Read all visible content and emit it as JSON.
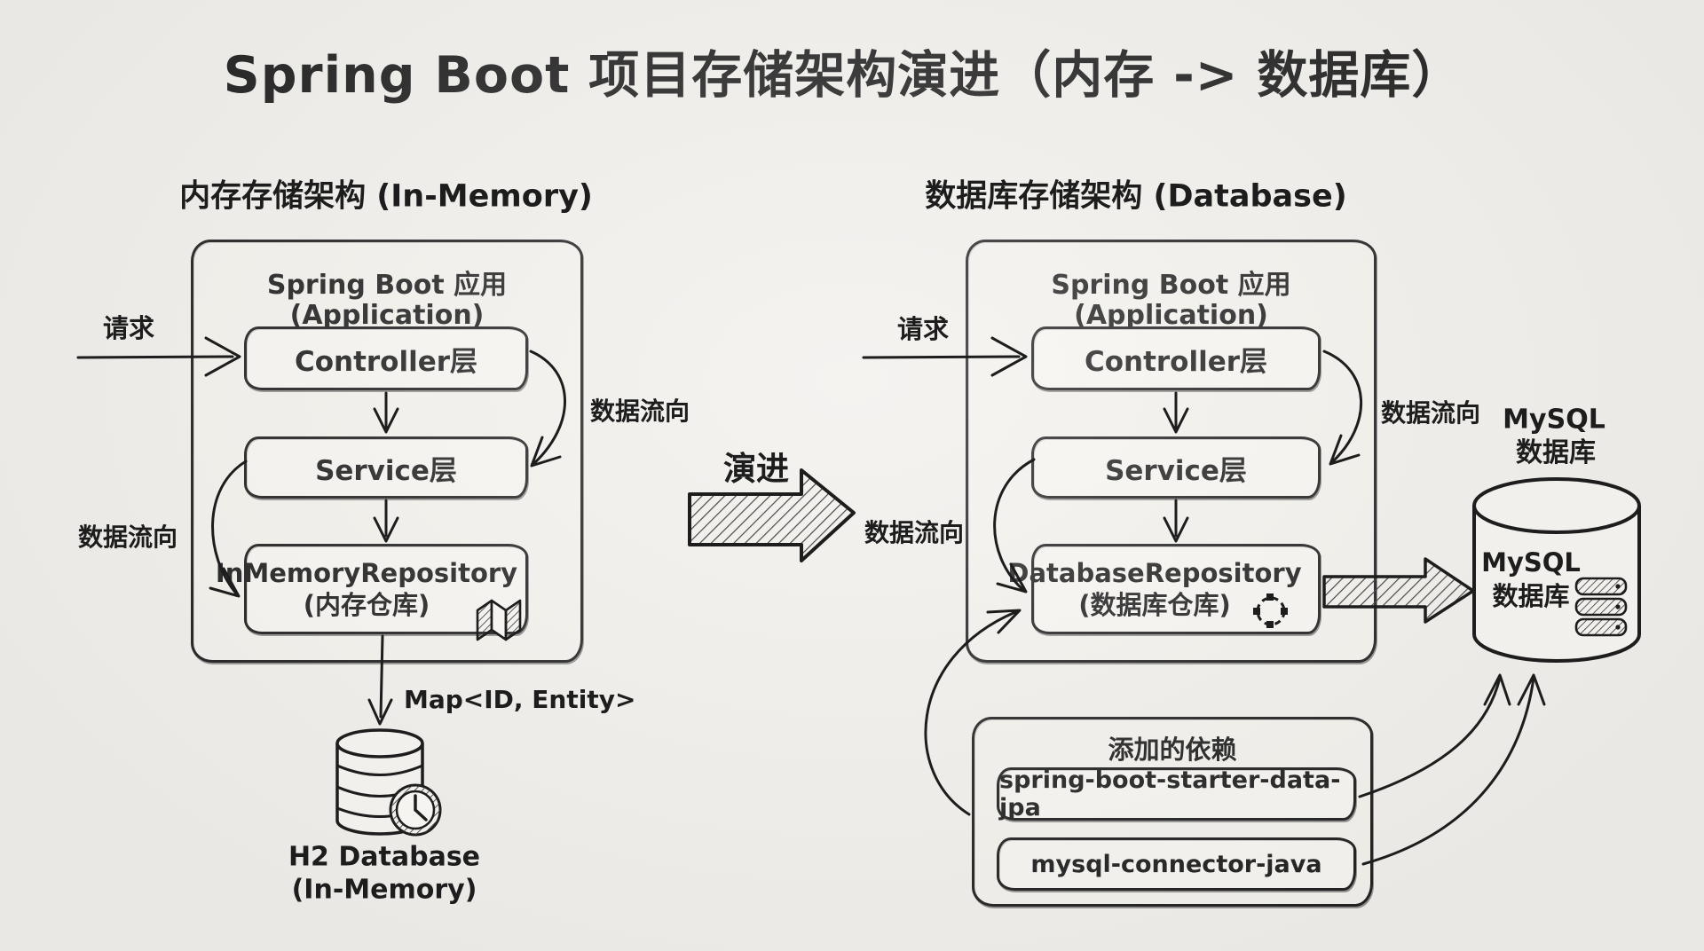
{
  "title": "Spring Boot 项目存储架构演进（内存 -> 数据库）",
  "evolution_label": "演进",
  "left": {
    "heading": "内存存储架构 (In-Memory)",
    "request_label": "请求",
    "app_line1": "Spring Boot 应用",
    "app_line2": "(Application)",
    "controller_label": "Controller层",
    "service_label": "Service层",
    "repo_line1": "InMemoryRepository",
    "repo_line2": "(内存仓库)",
    "flow_right_label": "数据流向",
    "flow_left_label": "数据流向",
    "map_label": "Map<ID, Entity>",
    "db_line1": "H2 Database",
    "db_line2": "(In-Memory)"
  },
  "right": {
    "heading": "数据库存储架构 (Database)",
    "request_label": "请求",
    "app_line1": "Spring Boot 应用",
    "app_line2": "(Application)",
    "controller_label": "Controller层",
    "service_label": "Service层",
    "repo_line1": "DatabaseRepository",
    "repo_line2": "(数据库仓库)",
    "flow_right_label": "数据流向",
    "flow_left_label": "数据流向",
    "mysql_title_line1": "MySQL",
    "mysql_title_line2": "数据库",
    "mysql_body_line1": "MySQL",
    "mysql_body_line2": "数据库",
    "deps": {
      "heading": "添加的依赖",
      "items": [
        "spring-boot-starter-data-jpa",
        "mysql-connector-java"
      ]
    }
  },
  "colors": {
    "paper": "#f1efeb",
    "ink": "#1d1d1d"
  }
}
